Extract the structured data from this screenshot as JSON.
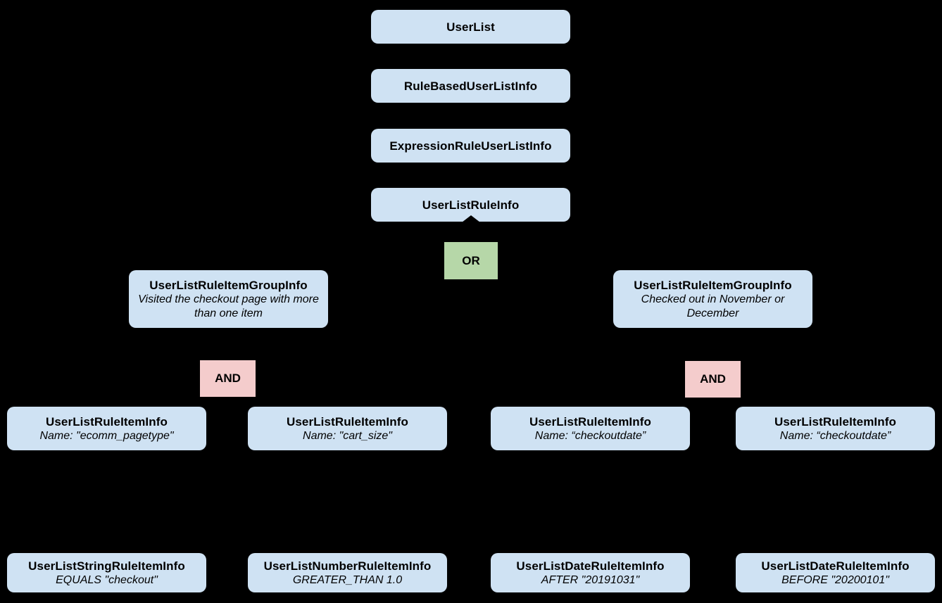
{
  "diagram": {
    "description": "UserList rule hierarchy diagram",
    "colors": {
      "bg": "#000000",
      "node-fill": "#cfe2f3",
      "or-fill": "#b6d7a8",
      "and-fill": "#f4cccc",
      "text": "#000000"
    },
    "nodes": {
      "userlist": {
        "title": "UserList"
      },
      "rule_based": {
        "title": "RuleBasedUserListInfo"
      },
      "expression_rule": {
        "title": "ExpressionRuleUserListInfo"
      },
      "userlist_rule": {
        "title": "UserListRuleInfo"
      },
      "or_operator": {
        "label": "OR"
      },
      "group_left": {
        "title": "UserListRuleItemGroupInfo",
        "subtitle": "Visited the checkout page with more than one item"
      },
      "group_right": {
        "title": "UserListRuleItemGroupInfo",
        "subtitle": "Checked out in November or December"
      },
      "and_left": {
        "label": "AND"
      },
      "and_right": {
        "label": "AND"
      },
      "item_1": {
        "title": "UserListRuleItemInfo",
        "subtitle": "Name: \"ecomm_pagetype\""
      },
      "item_2": {
        "title": "UserListRuleItemInfo",
        "subtitle": "Name: \"cart_size\""
      },
      "item_3": {
        "title": "UserListRuleItemInfo",
        "subtitle": "Name: “checkoutdate”"
      },
      "item_4": {
        "title": "UserListRuleItemInfo",
        "subtitle": "Name: “checkoutdate”"
      },
      "leaf_1": {
        "title": "UserListStringRuleItemInfo",
        "subtitle": "EQUALS \"checkout\""
      },
      "leaf_2": {
        "title": "UserListNumberRuleItemInfo",
        "subtitle": "GREATER_THAN 1.0"
      },
      "leaf_3": {
        "title": "UserListDateRuleItemInfo",
        "subtitle": "AFTER \"20191031\""
      },
      "leaf_4": {
        "title": "UserListDateRuleItemInfo",
        "subtitle": "BEFORE \"20200101\""
      }
    }
  }
}
